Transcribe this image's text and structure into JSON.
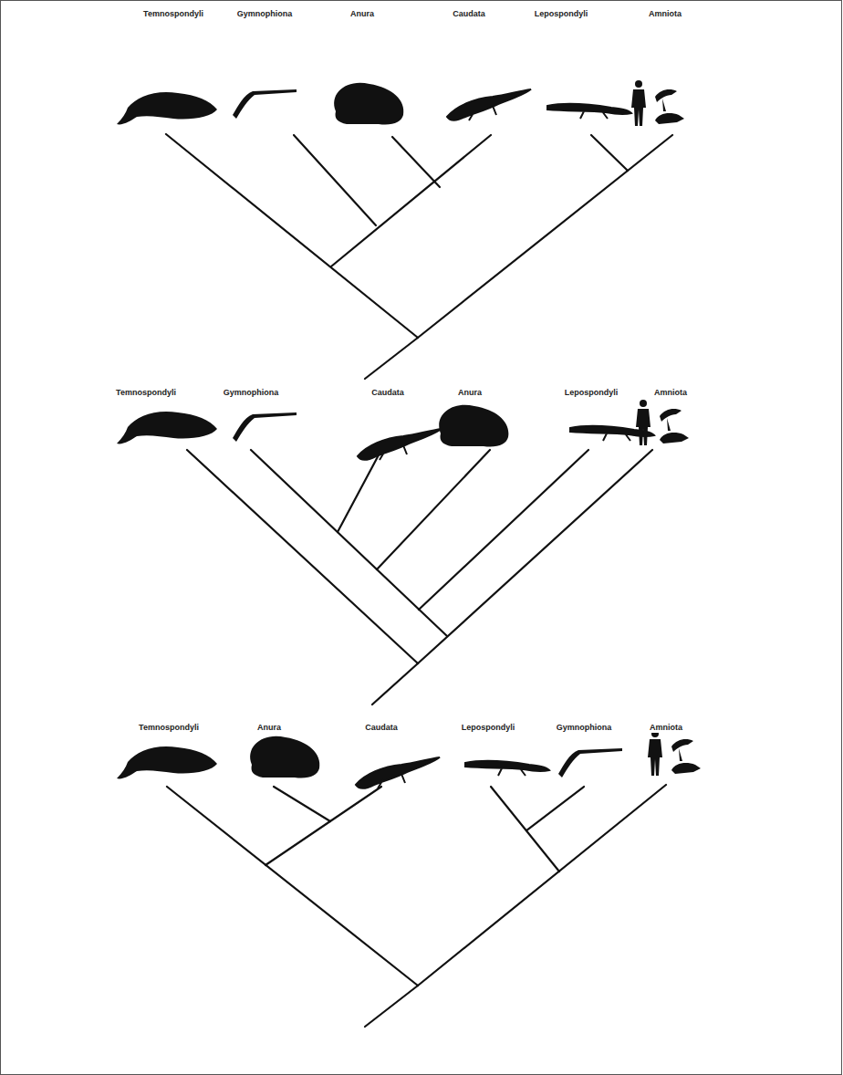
{
  "diagram": {
    "labels": [
      "Temnospondyli",
      "Gymnophiona",
      "Anura",
      "Caudata",
      "Lepospondyli",
      "Amniota",
      "Temnospondyli",
      "Gymnophiona",
      "Caudata",
      "Anura",
      "Lepospondyli",
      "Amniota",
      "Temnospondyli",
      "Anura",
      "Caudata",
      "Lepospondyli",
      "Gymnophiona",
      "Amniota"
    ]
  }
}
